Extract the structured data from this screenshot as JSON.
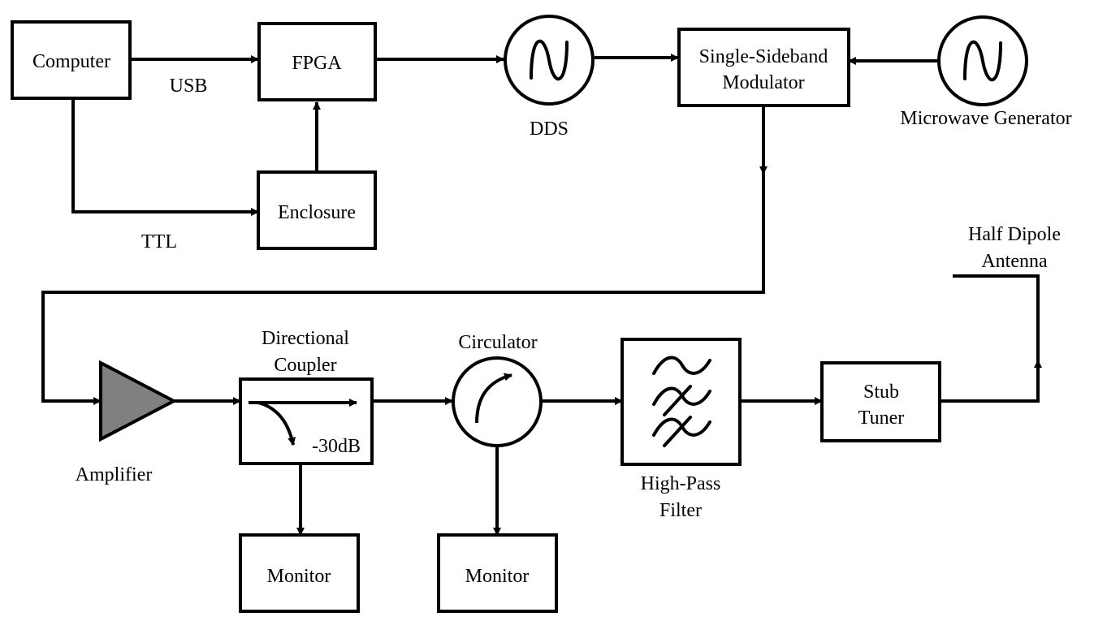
{
  "blocks": {
    "computer": "Computer",
    "fpga": "FPGA",
    "enclosure": "Enclosure",
    "ssb_line1": "Single-Sideband",
    "ssb_line2": "Modulator",
    "monitor1": "Monitor",
    "monitor2": "Monitor",
    "stub_line1": "Stub",
    "stub_line2": "Tuner"
  },
  "labels": {
    "usb": "USB",
    "ttl": "TTL",
    "dds": "DDS",
    "microwave_generator": "Microwave Generator",
    "half_dipole_line1": "Half Dipole",
    "half_dipole_line2": "Antenna",
    "amplifier": "Amplifier",
    "directional_line1": "Directional",
    "directional_line2": "Coupler",
    "coupling": "-30dB",
    "circulator": "Circulator",
    "hpf_line1": "High-Pass",
    "hpf_line2": "Filter"
  },
  "colors": {
    "line": "#000000",
    "amplifier_fill": "#808080",
    "background": "#ffffff"
  }
}
